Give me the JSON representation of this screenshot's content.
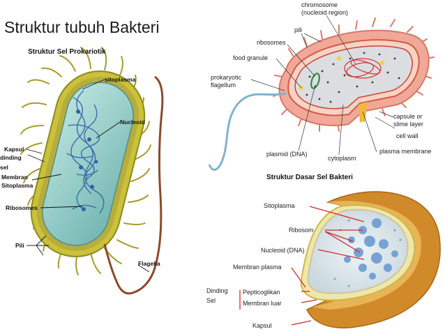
{
  "slide": {
    "title": "Struktur tubuh Bakteri"
  },
  "diagram1": {
    "title": "Struktur Sel Prokariotik",
    "labels": {
      "sitoplasma": "sitoplasma",
      "nucleoid": "Nucleoid",
      "kapsul": "Kapsul",
      "dinding_line1": "dinding",
      "dinding_line2": "sel",
      "membran_line1": "Membran",
      "membran_line2": "Sitoplasma",
      "ribosomes": "Ribosomes",
      "pili": "Pili",
      "flagella": "Flagella"
    }
  },
  "diagram2": {
    "labels": {
      "chromosome_line1": "chromosome",
      "chromosome_line2": "(nucleoid region)",
      "pili": "pili",
      "ribosomes": "ribosomes",
      "food_granule": "food granule",
      "flagellum_line1": "prokaryotic",
      "flagellum_line2": "flagellum",
      "capsule_line1": "capsule or",
      "capsule_line2": "slime layer",
      "cell_wall": "cell wall",
      "plasma_membrane": "plasma membrane",
      "plasmid": "plasmid (DNA)",
      "cytoplasm": "cytoplasm"
    }
  },
  "diagram3": {
    "title": "Struktur Dasar Sel Bakteri",
    "labels": {
      "sitoplasma": "Sitoplasma",
      "ribosom": "Ribosom",
      "nucleoid": "Nucleoid (DNA)",
      "membran_plasma": "Membran plasma",
      "dinding_line1": "Dinding",
      "dinding_line2": "Sel",
      "pepticoglikan": "Pepticoglikan",
      "membran_luar": "Membran luar",
      "kapsul": "Kapsul"
    }
  }
}
